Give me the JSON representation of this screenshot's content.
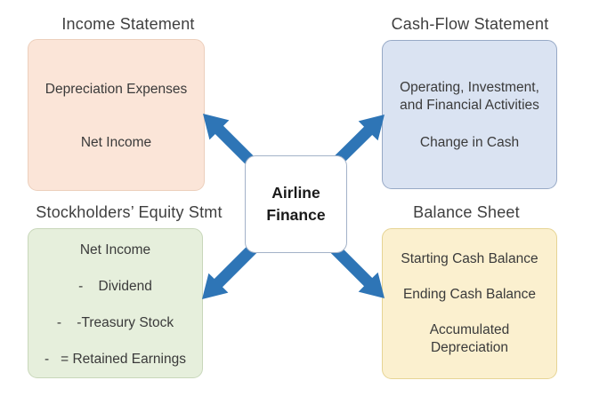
{
  "diagram": {
    "center": {
      "line1": "Airline",
      "line2": "Finance"
    },
    "arrows": {
      "color": "#2e75b6",
      "links": [
        "center-to-income-statement",
        "center-to-cash-flow-statement",
        "center-to-stockholders-equity",
        "center-to-balance-sheet"
      ]
    },
    "quadrants": {
      "income": {
        "title": "Income Statement",
        "fill": "#fbe5d8",
        "line1": "Depreciation Expenses",
        "line2": "Net Income"
      },
      "cashflow": {
        "title": "Cash-Flow Statement",
        "fill": "#dae3f2",
        "line1": "Operating, Investment, and Financial Activities",
        "line2": "Change in Cash"
      },
      "equity": {
        "title": "Stockholders’ Equity Stmt",
        "fill": "#e6efdc",
        "line1": "Net Income",
        "line2": "-    Dividend",
        "line3": "-    -Treasury Stock",
        "line4": "-   = Retained Earnings"
      },
      "balance": {
        "title": "Balance Sheet",
        "fill": "#fbf0cf",
        "line1": "Starting Cash Balance",
        "line2": "Ending Cash Balance",
        "line3": "Accumulated Depreciation"
      }
    }
  }
}
